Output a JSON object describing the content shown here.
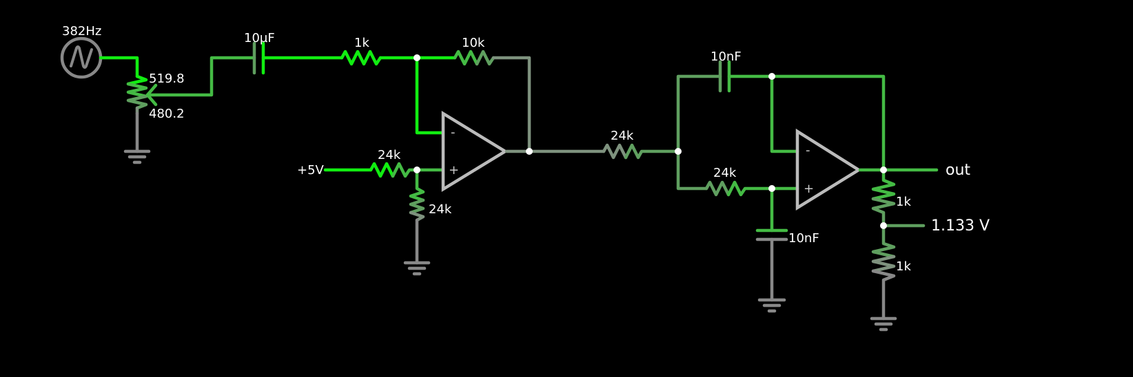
{
  "title": "Circuit simulator - active filter circuit",
  "colors": {
    "background": "#000000",
    "wire_high": "#11ee11",
    "wire_mid": "#44bb44",
    "wire_low": "#5f9f5f",
    "wire_ground": "#888888",
    "opamp": "#bbbbbb",
    "text": "#ffffff"
  },
  "components": {
    "source": {
      "label": "382Hz",
      "icon": "ac-source-icon"
    },
    "potentiometer": {
      "upper_label": "519.8",
      "lower_label": "480.2"
    },
    "cap_input": {
      "label": "10µF"
    },
    "r_in": {
      "label": "1k"
    },
    "r_feedback": {
      "label": "10k"
    },
    "supply": {
      "label": "+5V"
    },
    "r_bias_top": {
      "label": "24k"
    },
    "r_bias_bottom": {
      "label": "24k"
    },
    "opamp1": {
      "minus": "-",
      "plus": "+"
    },
    "r_stage2_in": {
      "label": "24k"
    },
    "cap_stage2_fb": {
      "label": "10nF"
    },
    "r_stage2_b": {
      "label": "24k"
    },
    "cap_stage2_gnd": {
      "label": "10nF"
    },
    "opamp2": {
      "minus": "-",
      "plus": "+"
    },
    "r_div_top": {
      "label": "1k"
    },
    "r_div_bottom": {
      "label": "1k"
    },
    "output": {
      "label": "out"
    },
    "probe": {
      "label": "1.133 V"
    }
  }
}
